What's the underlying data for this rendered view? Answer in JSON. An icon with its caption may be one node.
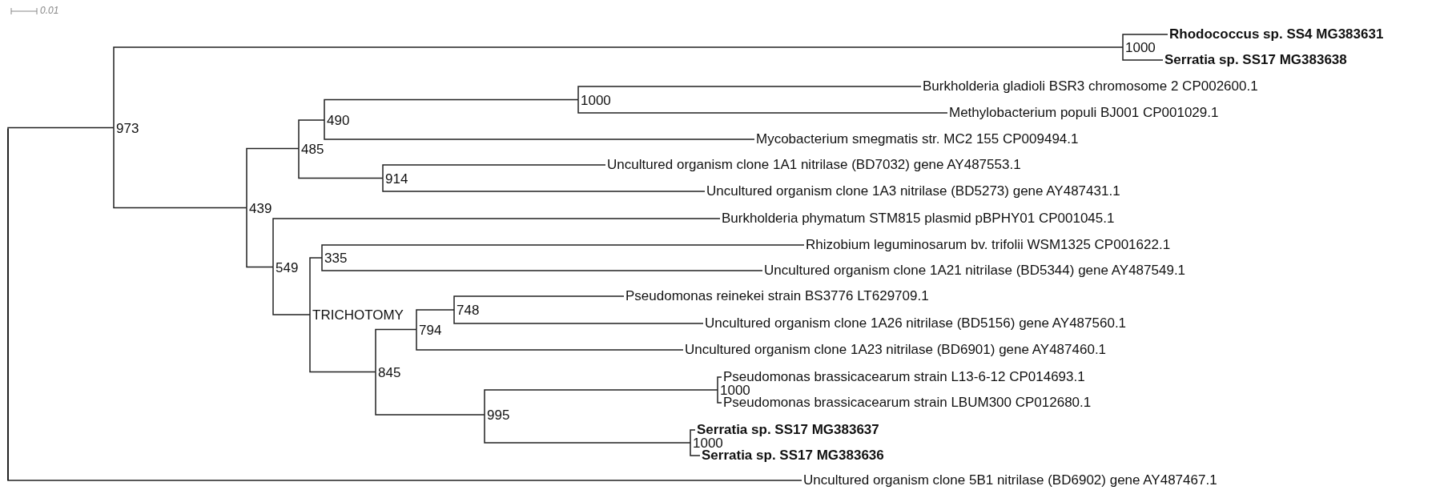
{
  "diagram": {
    "nodes": [
      {
        "text": [],
        "shape": "bar"
      },
      {
        "text": [
          "973"
        ]
      },
      {
        "text": [
          "1000"
        ]
      },
      {
        "text": [
          "Rhodococcus sp. SS4 MG383631"
        ]
      },
      {
        "text": [
          "Serratia sp. SS17 MG383638"
        ]
      },
      {
        "text": [
          "439"
        ]
      },
      {
        "text": [
          "485"
        ]
      },
      {
        "text": [
          "490"
        ]
      },
      {
        "text": [
          "1000"
        ]
      },
      {
        "text": [
          "Burkholderia gladioli BSR3 chromosome 2 CP002600.1"
        ]
      },
      {
        "text": [
          "Methylobacterium populi BJ001 CP001029.1"
        ]
      },
      {
        "text": [
          "Mycobacterium smegmatis str. MC2 155 CP009494.1"
        ]
      },
      {
        "text": [
          "914"
        ]
      },
      {
        "text": [
          "Uncultured organism clone 1A1 nitrilase (BD7032) gene AY487553.1"
        ]
      },
      {
        "text": [
          "Uncultured organism clone 1A3 nitrilase (BD5273) gene AY487431.1"
        ]
      },
      {
        "text": [
          "549"
        ]
      },
      {
        "text": [
          "Burkholderia phymatum STM815 plasmid pBPHY01 CP001045.1"
        ]
      },
      {
        "text": [
          "TRICHOTOMY"
        ]
      },
      {
        "text": [
          "335"
        ]
      },
      {
        "text": [
          "Rhizobium leguminosarum bv. trifolii WSM1325 CP001622.1"
        ]
      },
      {
        "text": [
          "Uncultured organism clone 1A21 nitrilase (BD5344) gene AY487549.1"
        ]
      },
      {
        "text": [
          "845"
        ]
      },
      {
        "text": [
          "794"
        ]
      },
      {
        "text": [
          "748"
        ]
      },
      {
        "text": [
          "Pseudomonas reinekei strain BS3776 LT629709.1"
        ]
      },
      {
        "text": [
          "Uncultured organism clone 1A26 nitrilase (BD5156) gene AY487560.1"
        ]
      },
      {
        "text": [
          "Uncultured organism clone 1A23 nitrilase (BD6901) gene AY487460.1"
        ]
      },
      {
        "text": [
          "995"
        ]
      },
      {
        "text": [
          "1000"
        ]
      },
      {
        "text": [
          "Pseudomonas brassicacearum strain L13-6-12 CP014693.1"
        ]
      },
      {
        "text": [
          "Pseudomonas brassicacearum strain LBUM300 CP012680.1"
        ]
      },
      {
        "text": [
          "1000"
        ]
      },
      {
        "text": [
          "Serratia sp. SS17 MG383637"
        ]
      },
      {
        "text": [
          "Serratia sp. SS17 MG383636"
        ]
      },
      {
        "text": [
          "Uncultured organism clone 5B1 nitrilase (BD6902) gene AY487467.1"
        ]
      }
    ],
    "edges": [
      {
        "from": 0,
        "to": 1,
        "arrow": "none"
      },
      {
        "from": 1,
        "to": 2,
        "arrow": "none"
      },
      {
        "from": 2,
        "to": 3,
        "arrow": "none"
      },
      {
        "from": 2,
        "to": 4,
        "arrow": "none"
      },
      {
        "from": 1,
        "to": 5,
        "arrow": "none"
      },
      {
        "from": 5,
        "to": 6,
        "arrow": "none"
      },
      {
        "from": 6,
        "to": 7,
        "arrow": "none"
      },
      {
        "from": 7,
        "to": 8,
        "arrow": "none"
      },
      {
        "from": 8,
        "to": 9,
        "arrow": "none"
      },
      {
        "from": 8,
        "to": 10,
        "arrow": "none"
      },
      {
        "from": 7,
        "to": 11,
        "arrow": "none"
      },
      {
        "from": 6,
        "to": 12,
        "arrow": "none"
      },
      {
        "from": 12,
        "to": 13,
        "arrow": "none"
      },
      {
        "from": 12,
        "to": 14,
        "arrow": "none"
      },
      {
        "from": 5,
        "to": 15,
        "arrow": "none"
      },
      {
        "from": 15,
        "to": 16,
        "arrow": "none"
      },
      {
        "from": 15,
        "to": 17,
        "arrow": "none"
      },
      {
        "from": 17,
        "to": 18,
        "arrow": "none"
      },
      {
        "from": 18,
        "to": 19,
        "arrow": "none"
      },
      {
        "from": 18,
        "to": 20,
        "arrow": "none"
      },
      {
        "from": 17,
        "to": 21,
        "arrow": "none"
      },
      {
        "from": 21,
        "to": 22,
        "arrow": "none"
      },
      {
        "from": 22,
        "to": 23,
        "arrow": "none"
      },
      {
        "from": 23,
        "to": 24,
        "arrow": "none"
      },
      {
        "from": 23,
        "to": 25,
        "arrow": "none"
      },
      {
        "from": 22,
        "to": 26,
        "arrow": "none"
      },
      {
        "from": 21,
        "to": 27,
        "arrow": "none"
      },
      {
        "from": 27,
        "to": 28,
        "arrow": "none"
      },
      {
        "from": 28,
        "to": 29,
        "arrow": "none"
      },
      {
        "from": 28,
        "to": 30,
        "arrow": "none"
      },
      {
        "from": 27,
        "to": 31,
        "arrow": "none"
      },
      {
        "from": 31,
        "to": 32,
        "arrow": "none"
      },
      {
        "from": 31,
        "to": 33,
        "arrow": "none"
      },
      {
        "from": 0,
        "to": 34,
        "arrow": "none"
      }
    ],
    "labels": [
      "0.01"
    ]
  }
}
